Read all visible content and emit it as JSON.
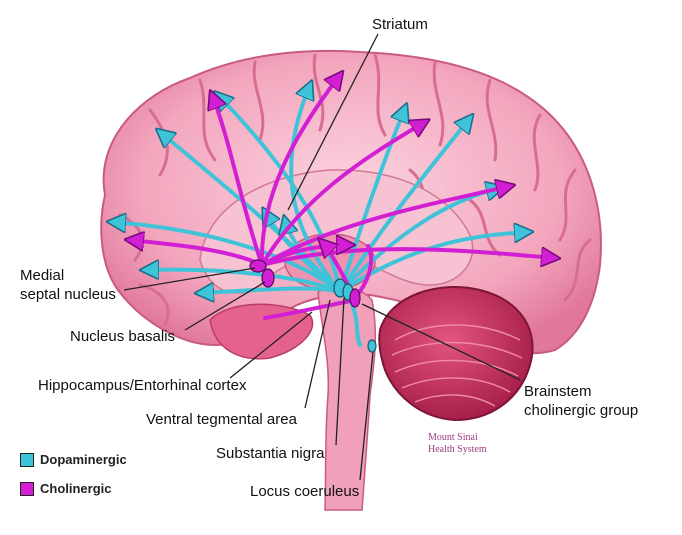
{
  "labels": {
    "striatum": "Striatum",
    "medial_septal_line1": "Medial",
    "medial_septal_line2": "septal nucleus",
    "nucleus_basalis": "Nucleus basalis",
    "hippocampus": "Hippocampus/Entorhinal cortex",
    "vta": "Ventral tegmental area",
    "substantia_nigra": "Substantia nigra",
    "locus_coeruleus": "Locus coeruleus",
    "brainstem_line1": "Brainstem",
    "brainstem_line2": "cholinergic group"
  },
  "legend": [
    {
      "label": "Dopaminergic",
      "color": "#3ec3d8"
    },
    {
      "label": "Cholinergic",
      "color": "#d21fd3"
    }
  ],
  "watermark": {
    "line1": "Mount Sinai",
    "line2": "Health System"
  },
  "colors": {
    "cortex": "#f3a6bd",
    "cortex_fold": "#d86d92",
    "inner": "#f7c2d2",
    "cerebellum": "#c93565",
    "brainstem": "#f0a0b8",
    "dopaminergic": "#3ec3d8",
    "cholinergic": "#d21fd3",
    "leader": "#222222"
  }
}
